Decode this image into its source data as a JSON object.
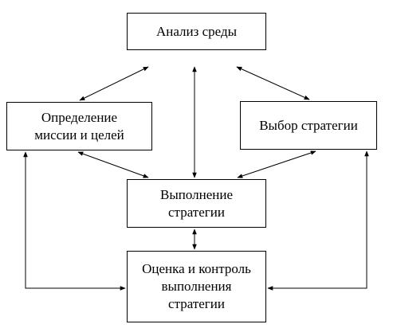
{
  "diagram": {
    "nodes": {
      "analysis": {
        "lines": [
          "Анализ среды"
        ]
      },
      "mission": {
        "lines": [
          "Определение",
          "миссии и целей"
        ]
      },
      "strategy": {
        "lines": [
          "Выбор стратегии"
        ]
      },
      "execution": {
        "lines": [
          "Выполнение",
          "стратегии"
        ]
      },
      "control": {
        "lines": [
          "Оценка и контроль",
          "выполнения",
          "стратегии"
        ]
      }
    },
    "edges": [
      {
        "from": "mission",
        "to": "analysis",
        "direction": "both"
      },
      {
        "from": "execution",
        "to": "analysis",
        "direction": "both"
      },
      {
        "from": "strategy",
        "to": "analysis",
        "direction": "both"
      },
      {
        "from": "mission",
        "to": "execution",
        "direction": "both"
      },
      {
        "from": "strategy",
        "to": "execution",
        "direction": "both"
      },
      {
        "from": "execution",
        "to": "control",
        "direction": "both"
      },
      {
        "from": "mission",
        "to": "control",
        "direction": "both"
      },
      {
        "from": "strategy",
        "to": "control",
        "direction": "both"
      }
    ],
    "colors": {
      "line": "#000000",
      "box_border": "#000000",
      "background": "#ffffff"
    }
  }
}
